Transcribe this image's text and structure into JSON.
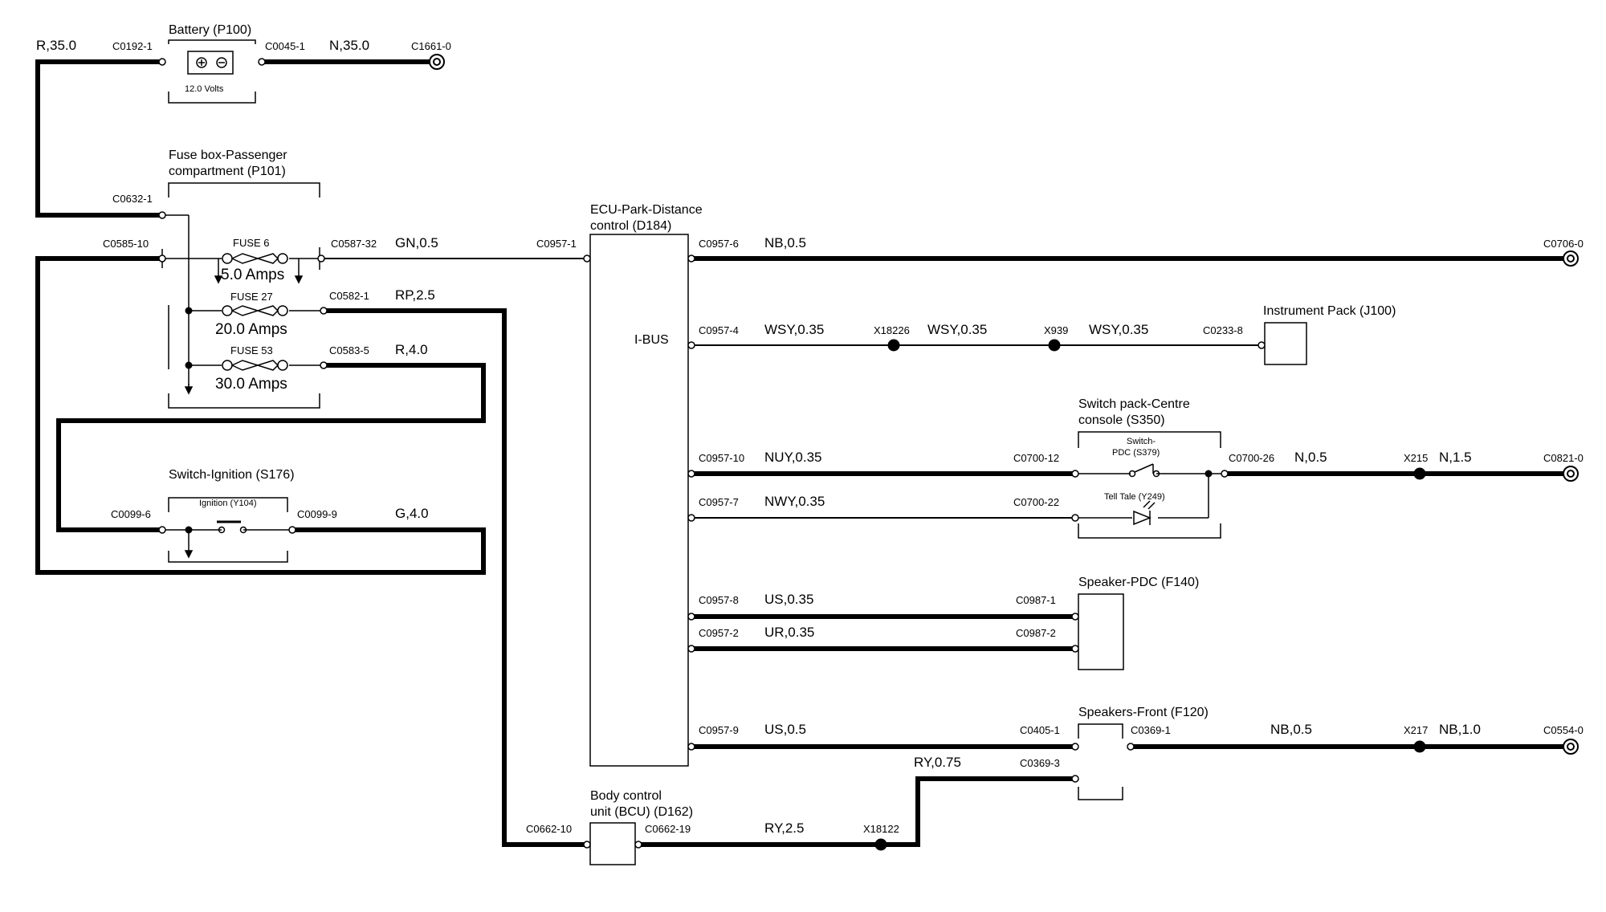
{
  "battery": {
    "title": "Battery (P100)",
    "volts": "12.0 Volts"
  },
  "fusebox": {
    "title_line1": "Fuse box-Passenger",
    "title_line2": "compartment (P101)"
  },
  "fuses": {
    "fuse6": {
      "name": "FUSE 6",
      "rating": "5.0 Amps"
    },
    "fuse27": {
      "name": "FUSE 27",
      "rating": "20.0 Amps"
    },
    "fuse53": {
      "name": "FUSE 53",
      "rating": "30.0 Amps"
    }
  },
  "ignition": {
    "title": "Switch-Ignition (S176)",
    "inner": "Ignition (Y104)"
  },
  "ecu": {
    "title_line1": "ECU-Park-Distance",
    "title_line2": "control (D184)",
    "ibus": "I-BUS"
  },
  "bcu": {
    "title_line1": "Body control",
    "title_line2": "unit (BCU) (D162)"
  },
  "instrument": {
    "title": "Instrument Pack (J100)"
  },
  "switchpack": {
    "title_line1": "Switch pack-Centre",
    "title_line2": "console (S350)",
    "switch_line1": "Switch-",
    "switch_line2": "PDC (S379)",
    "telltale": "Tell Tale (Y249)"
  },
  "speaker_pdc": {
    "title": "Speaker-PDC (F140)"
  },
  "speakers_front": {
    "title": "Speakers-Front (F120)"
  },
  "wires": {
    "r35": "R,35.0",
    "n35": "N,35.0",
    "gn05": "GN,0.5",
    "rp25": "RP,2.5",
    "r40": "R,4.0",
    "g40": "G,4.0",
    "nb05_top": "NB,0.5",
    "wsy1": "WSY,0.35",
    "wsy2": "WSY,0.35",
    "wsy3": "WSY,0.35",
    "nuy": "NUY,0.35",
    "n05": "N,0.5",
    "n15": "N,1.5",
    "nwy": "NWY,0.35",
    "us035": "US,0.35",
    "ur035": "UR,0.35",
    "us05": "US,0.5",
    "nb05_bot": "NB,0.5",
    "nb10": "NB,1.0",
    "ry075": "RY,0.75",
    "ry25": "RY,2.5"
  },
  "connectors": {
    "c0192_1": "C0192-1",
    "c0045_1": "C0045-1",
    "c1661_0": "C1661-0",
    "c0632_1": "C0632-1",
    "c0585_10": "C0585-10",
    "c0587_32": "C0587-32",
    "c0582_1": "C0582-1",
    "c0583_5": "C0583-5",
    "c0099_6": "C0099-6",
    "c0099_9": "C0099-9",
    "c0957_1": "C0957-1",
    "c0957_6": "C0957-6",
    "c0706_0": "C0706-0",
    "c0957_4": "C0957-4",
    "x18226": "X18226",
    "x939": "X939",
    "c0233_8": "C0233-8",
    "c0957_10": "C0957-10",
    "c0700_12": "C0700-12",
    "c0700_26": "C0700-26",
    "x215": "X215",
    "c0821_0": "C0821-0",
    "c0957_7": "C0957-7",
    "c0700_22": "C0700-22",
    "c0957_8": "C0957-8",
    "c0987_1": "C0987-1",
    "c0957_2": "C0957-2",
    "c0987_2": "C0987-2",
    "c0957_9": "C0957-9",
    "c0405_1": "C0405-1",
    "c0369_1": "C0369-1",
    "x217": "X217",
    "c0554_0": "C0554-0",
    "c0369_3": "C0369-3",
    "c0662_10": "C0662-10",
    "c0662_19": "C0662-19",
    "x18122": "X18122"
  }
}
